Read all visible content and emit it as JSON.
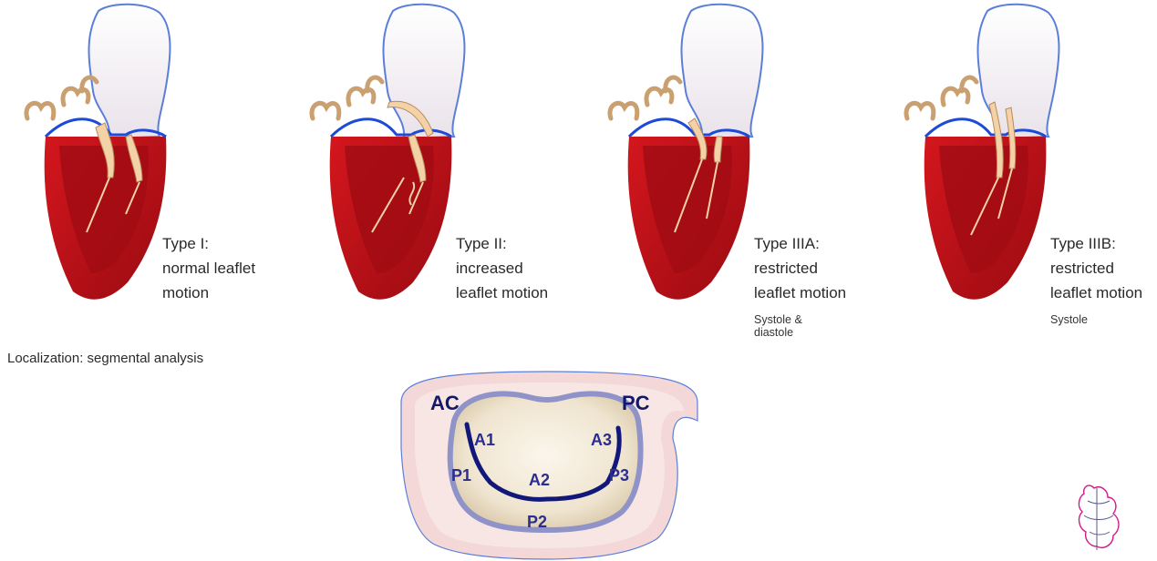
{
  "types": [
    {
      "lines": [
        "Type I:",
        "normal leaflet",
        "motion"
      ],
      "note": []
    },
    {
      "lines": [
        "Type II:",
        "increased",
        "leaflet motion"
      ],
      "note": []
    },
    {
      "lines": [
        "Type IIIA:",
        "restricted",
        "leaflet motion"
      ],
      "note": [
        "Systole &",
        "diastole"
      ]
    },
    {
      "lines": [
        "Type IIIB:",
        "restricted",
        "leaflet motion"
      ],
      "note": [
        "Systole"
      ]
    }
  ],
  "localization": {
    "title": "Localization: segmental analysis"
  },
  "valve": {
    "commissures": {
      "anterior": "AC",
      "posterior": "PC"
    },
    "segments": {
      "A1": "A1",
      "A2": "A2",
      "A3": "A3",
      "P1": "P1",
      "P2": "P2",
      "P3": "P3"
    }
  },
  "colors": {
    "myocardium": "#c1121a",
    "atrium_outline": "#5b7fd8",
    "leaflet": "#f3d2a8",
    "valve_ring": "#8f93c8",
    "segment_line": "#12187a"
  }
}
